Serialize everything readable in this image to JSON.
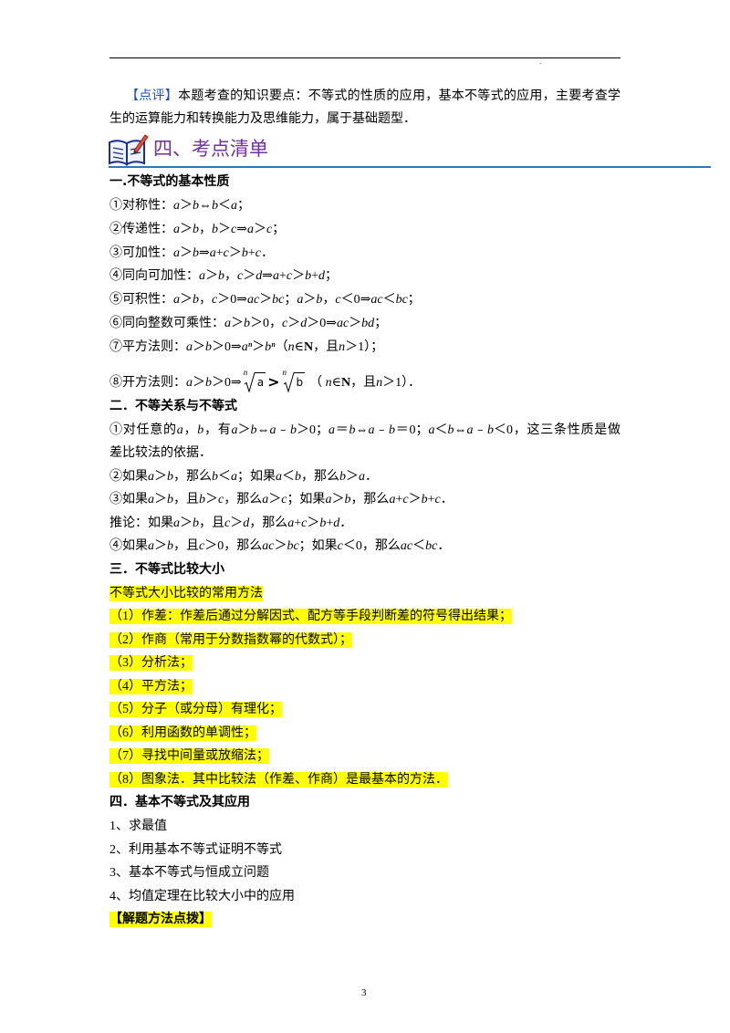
{
  "header": {
    "mark": "."
  },
  "comment": {
    "label": "【点评】",
    "line1": "本题考查的知识要点：不等式的性质的应用，基本不等式的应用，主要考查学",
    "line2": "生的运算能力和转换能力及思维能力，属于基础题型．"
  },
  "section": {
    "title": "四、考点清单",
    "icon": "book-pencil-icon"
  },
  "part1": {
    "heading": "一.不等式的基本性质",
    "items": [
      "①对称性：a＞b⇔b＜a；",
      "②传递性：a＞b，b＞c⇒a＞c；",
      "③可加性：a＞b⇒a+c＞b+c．",
      "④同向可加性：a＞b，c＞d⇒a+c＞b+d；",
      "⑤可积性：a＞b，c＞0⇒ac＞bc；a＞b，c＜0⇒ac＜bc；",
      "⑥同向整数可乘性：a＞b＞0，c＞d＞0⇒ac＞bd；",
      "⑦平方法则：a＞b＞0⇒aⁿ＞bⁿ（n∈N，且n＞1）；"
    ],
    "item8": {
      "prefix": "⑧开方法则：a＞b＞0⇒",
      "root_index": "n",
      "radicand_left": "a",
      "relation": ">",
      "radicand_right": "b",
      "suffix": "（ n∈N，且n＞1）．"
    }
  },
  "part2": {
    "heading": "二．不等关系与不等式",
    "lines": [
      "①对任意的a，b，有a＞b⇔a﹣b＞0；a＝b⇔a﹣b＝0；a＜b⇔a﹣b＜0，这三条性质是做",
      "差比较法的依据．",
      "②如果a＞b，那么b＜a；如果a＜b，那么b＞a．",
      "③如果a＞b，且b＞c，那么a＞c；如果a＞b，那么a+c＞b+c．",
      "推论：如果a＞b，且c＞d，那么a+c＞b+d．",
      "④如果a＞b，且c＞0，那么ac＞bc；如果c＜0，那么ac＜bc．"
    ]
  },
  "part3": {
    "heading": "三．不等式比较大小",
    "intro": "不等式大小比较的常用方法",
    "methods": [
      "（1）作差：作差后通过分解因式、配方等手段判断差的符号得出结果；",
      "（2）作商（常用于分数指数幂的代数式）；",
      "（3）分析法；",
      "（4）平方法；",
      "（5）分子（或分母）有理化；",
      "（6）利用函数的单调性；",
      "（7）寻找中间量或放缩法；",
      "（8）图象法．其中比较法（作差、作商）是最基本的方法．"
    ]
  },
  "part4": {
    "heading": "四．基本不等式及其应用",
    "items": [
      "1、求最值",
      "2、利用基本不等式证明不等式",
      "3、基本不等式与恒成立问题",
      "4、均值定理在比较大小中的应用"
    ],
    "tip": "【解题方法点拨】"
  },
  "footer": {
    "page_number": "3"
  },
  "colors": {
    "label": "#1f4fd6",
    "section_title": "#7030a0",
    "section_rule": "#2e75b6",
    "highlight": "#ffff00"
  }
}
